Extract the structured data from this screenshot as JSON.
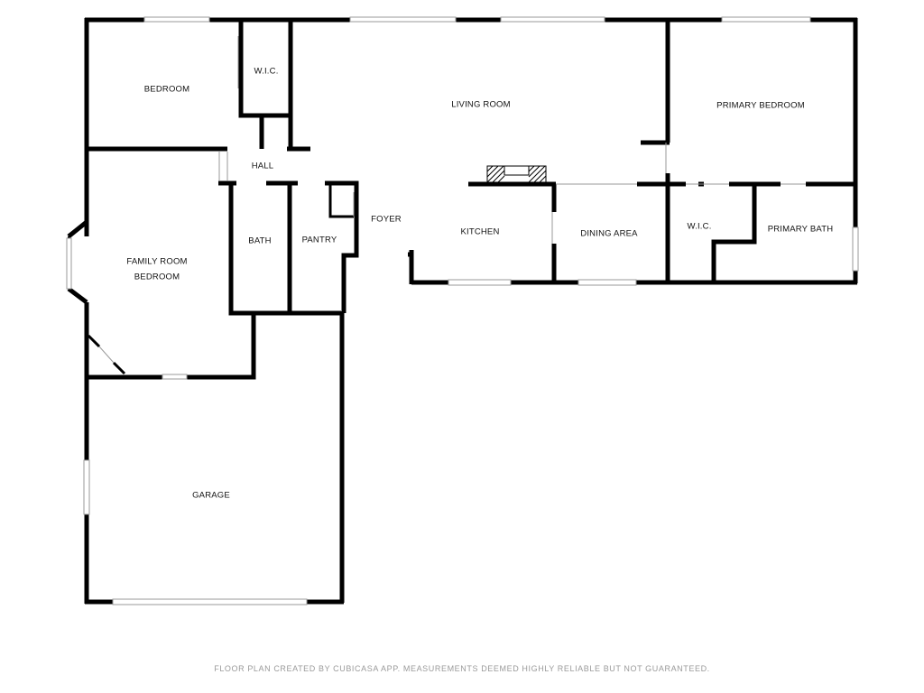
{
  "rooms": {
    "bedroom": "BEDROOM",
    "wic_left": "W.I.C.",
    "living_room": "LIVING ROOM",
    "primary_bedroom": "PRIMARY BEDROOM",
    "hall": "HALL",
    "foyer": "FOYER",
    "family_room": "FAMILY ROOM",
    "family_room_sub": "BEDROOM",
    "bath": "BATH",
    "pantry": "PANTRY",
    "kitchen": "KITCHEN",
    "dining_area": "DINING AREA",
    "wic_right": "W.I.C.",
    "primary_bath": "PRIMARY BATH",
    "garage": "GARAGE"
  },
  "footer_text": "FLOOR PLAN CREATED BY CUBICASA APP. MEASUREMENTS DEEMED HIGHLY RELIABLE BUT NOT GUARANTEED."
}
